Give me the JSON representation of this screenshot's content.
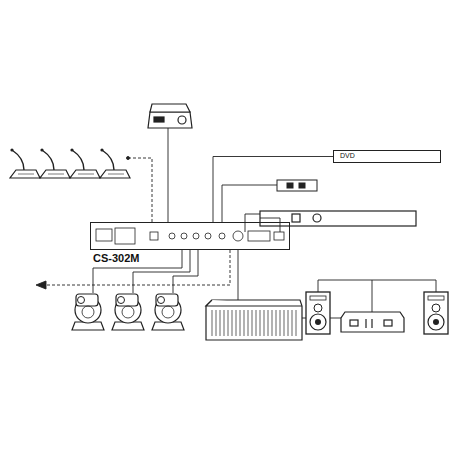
{
  "diagram": {
    "nodes": [
      {
        "text": [
          "CS-302M"
        ]
      },
      {
        "text": [
          "DVD"
        ]
      }
    ],
    "edges": [
      {
        "from": 1,
        "to": 0,
        "arrow": "none"
      }
    ]
  }
}
